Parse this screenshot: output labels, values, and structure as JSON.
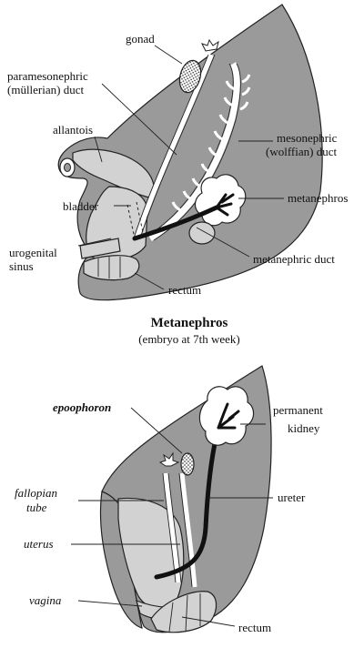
{
  "diagram": {
    "top_panel": {
      "labels": {
        "gonad": "gonad",
        "paramesonephric_1": "paramesonephric",
        "paramesonephric_2": "(müllerian) duct",
        "allantois": "allantois",
        "mesonephric_1": "mesonephric",
        "mesonephric_2": "(wolffian) duct",
        "bladder": "bladder",
        "metanephros": "metanephros",
        "urogenital_1": "urogenital",
        "urogenital_2": "sinus",
        "metanephric_duct": "metanephric duct",
        "rectum": "rectum"
      }
    },
    "caption": {
      "title": "Metanephros",
      "subtitle": "(embryo at 7th week)"
    },
    "bottom_panel": {
      "labels": {
        "epoophoron": "epoophoron",
        "permanent_1": "permanent",
        "permanent_2": "kidney",
        "fallopian_1": "fallopian",
        "fallopian_2": "tube",
        "ureter": "ureter",
        "uterus": "uterus",
        "vagina": "vagina",
        "rectum": "rectum"
      }
    },
    "colors": {
      "body": "#9a9a9a",
      "light": "#d2d2d2",
      "white": "#ffffff",
      "duct_dark": "#111111"
    }
  }
}
